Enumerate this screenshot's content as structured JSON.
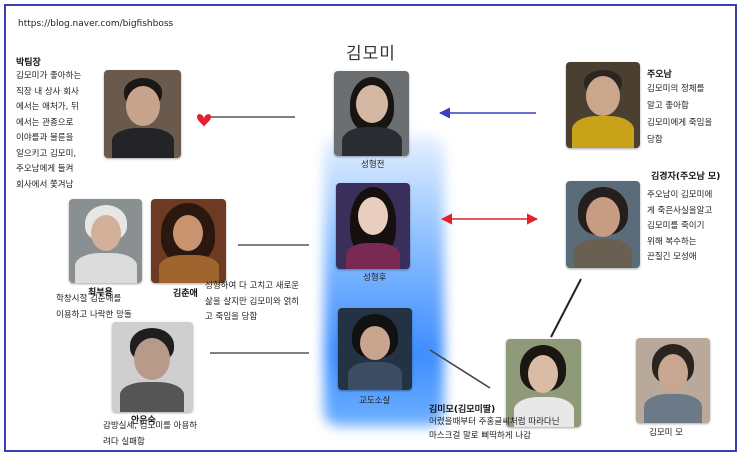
{
  "url": "https://blog.naver.com/bigfishboss",
  "title": "김모미",
  "center": {
    "before_label": "성형전",
    "after_label": "성형후",
    "kido_label": "교도소살"
  },
  "characters": {
    "park": {
      "name": "박팀장",
      "desc": [
        "김모미가 좋아하는",
        "직장 내 상사 회사",
        "에서는 애처가, 뒤",
        "에서는 관종으로",
        "이야를과 불륜을",
        "일으키고 김모미,",
        "주오남에게 들켜",
        "회사에서 쫓겨남"
      ]
    },
    "juonam": {
      "name": "주오남",
      "desc": [
        "김모미의 정체를",
        "알고 좋아함",
        "김모미에게 죽임을",
        "당함"
      ]
    },
    "kimgyeongja": {
      "name": "김경자(주오남 모)",
      "desc": [
        "주오남이 김모미에",
        "게 죽은사실을알고",
        "김모미를 죽이기",
        "위해 복수하는",
        "끈질긴 모성애"
      ]
    },
    "choi": {
      "name": "최부용",
      "desc": [
        "학창시절 김춘애를",
        "이용하고 나락한 망돌"
      ]
    },
    "kimchunae": {
      "name": "김춘애",
      "desc": [
        "성형하여 다 고치고 새로운",
        "삶을 살지만 김모미와 얽히",
        "고 죽임을 당함"
      ]
    },
    "aneunsuk": {
      "name": "안은숙",
      "desc": [
        "감방실세, 김모미를 아용하",
        "려다 실패함"
      ]
    },
    "kimmimo": {
      "name": "김미모(김모미딸)",
      "desc": [
        "어렸을때부터 주홍글씨처럼 따라다닌",
        "마스크걸 말로 삐딱하게 나감"
      ]
    },
    "kimmomimo": {
      "name": "김모미 모"
    }
  },
  "colors": {
    "frame": "#3b3fb0",
    "blue_arrow": "#3b3fc4",
    "red_arrow": "#e2212c",
    "heart": "#e2212c",
    "glow": "#3d8dff"
  }
}
